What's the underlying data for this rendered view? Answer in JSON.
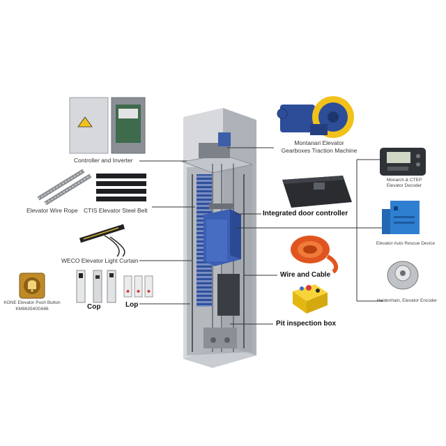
{
  "labels": {
    "controller": "Controller and Inverter",
    "wire_rope": "Elevator Wire Rope",
    "steel_belt": "CTIS Elevator Steel Belt",
    "light_curtain": "WECO Elevator Light Curtain",
    "push_button_line1": "KONE Elevator Push Button",
    "push_button_line2": "KM863540G686",
    "cop": "Cop",
    "lop": "Lop",
    "traction_machine_line1": "Montanari Elevator",
    "traction_machine_line2": "Gearboxes Traction Machine",
    "door_controller": "Integrated door controller",
    "wire_cable": "Wire and Cable",
    "pit_box": "Pit inspection box",
    "decoder_line1": "Monarch & CTEP",
    "decoder_line2": "Elevator Decoder",
    "rescue_device": "Elevator Auto Rescue Device",
    "encoder": "Heidenhain, Elevator Encoder"
  },
  "colors": {
    "shaft": "#b9bcc2",
    "car_blue": "#3b5fb3",
    "leader_line": "#333333",
    "rescue_blue": "#2f7fd1",
    "cable_orange": "#e0551f",
    "pit_yellow": "#f2c81b"
  }
}
